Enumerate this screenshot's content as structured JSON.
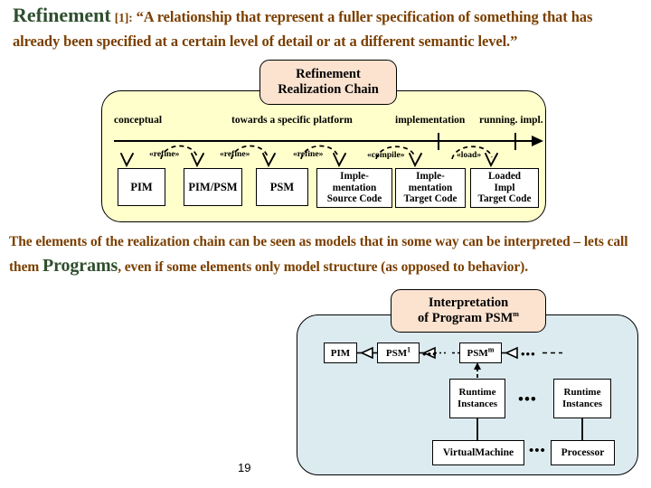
{
  "slide": {
    "page_number": "19",
    "intro": {
      "term": "Refinement",
      "citation": "[1]:",
      "quote": "“A relationship that represent a fuller specification of something that has already been specified at a certain level of detail or at a different semantic level.”"
    },
    "middle": {
      "part1": "The elements of the realization chain can be seen as models that in some way can be interpreted – lets call them ",
      "emphasis": "Programs",
      "part2": ", even if some elements only model structure (as opposed to behavior)."
    }
  },
  "chain": {
    "title_line1": "Refinement",
    "title_line2": "Realization Chain",
    "phases": [
      {
        "label": "conceptual"
      },
      {
        "label": "towards a specific platform"
      },
      {
        "label": "implementation"
      },
      {
        "label": "running. impl."
      }
    ],
    "elements": [
      {
        "name": "PIM",
        "lines": [
          "PIM"
        ]
      },
      {
        "name": "PIM/PSM",
        "lines": [
          "PIM/PSM"
        ]
      },
      {
        "name": "PSM",
        "lines": [
          "PSM"
        ]
      },
      {
        "name": "Implementation Source Code",
        "lines": [
          "Imple-",
          "mentation",
          "Source Code"
        ]
      },
      {
        "name": "Implementation Target Code",
        "lines": [
          "Imple-",
          "mentation",
          "Target Code"
        ]
      },
      {
        "name": "Loaded Impl Target Code",
        "lines": [
          "Loaded",
          "Impl",
          "Target Code"
        ]
      }
    ],
    "stereotypes": [
      "«refine»",
      "«refine»",
      "«refine»",
      "«compile»",
      "«load»"
    ]
  },
  "interpretation": {
    "title_line1": "Interpretation",
    "title_line2_prefix": "of Program PSM",
    "title_line2_sup": "m",
    "boxes": {
      "pim": "PIM",
      "psm_first_base": "PSM",
      "psm_first_sup": "1",
      "psm_last_base": "PSM",
      "psm_last_sup": "m",
      "runtime_instances_1_l1": "Runtime",
      "runtime_instances_1_l2": "Instances",
      "runtime_instances_2_l1": "Runtime",
      "runtime_instances_2_l2": "Instances",
      "virtual_machine": "VirtualMachine",
      "processor": "Processor"
    },
    "ellipses": {
      "between_psms": "•••",
      "after_psm_last": "•••",
      "between_runtimes": "•••",
      "between_platforms": "•••"
    }
  },
  "colors": {
    "text_brown": "#7B3F00",
    "text_green": "#2F4F2F",
    "chain_panel_bg": "#FFFFCC",
    "interp_panel_bg": "#DCEBEF",
    "callout_bg": "#FBE3D0",
    "outline": "#000000"
  }
}
